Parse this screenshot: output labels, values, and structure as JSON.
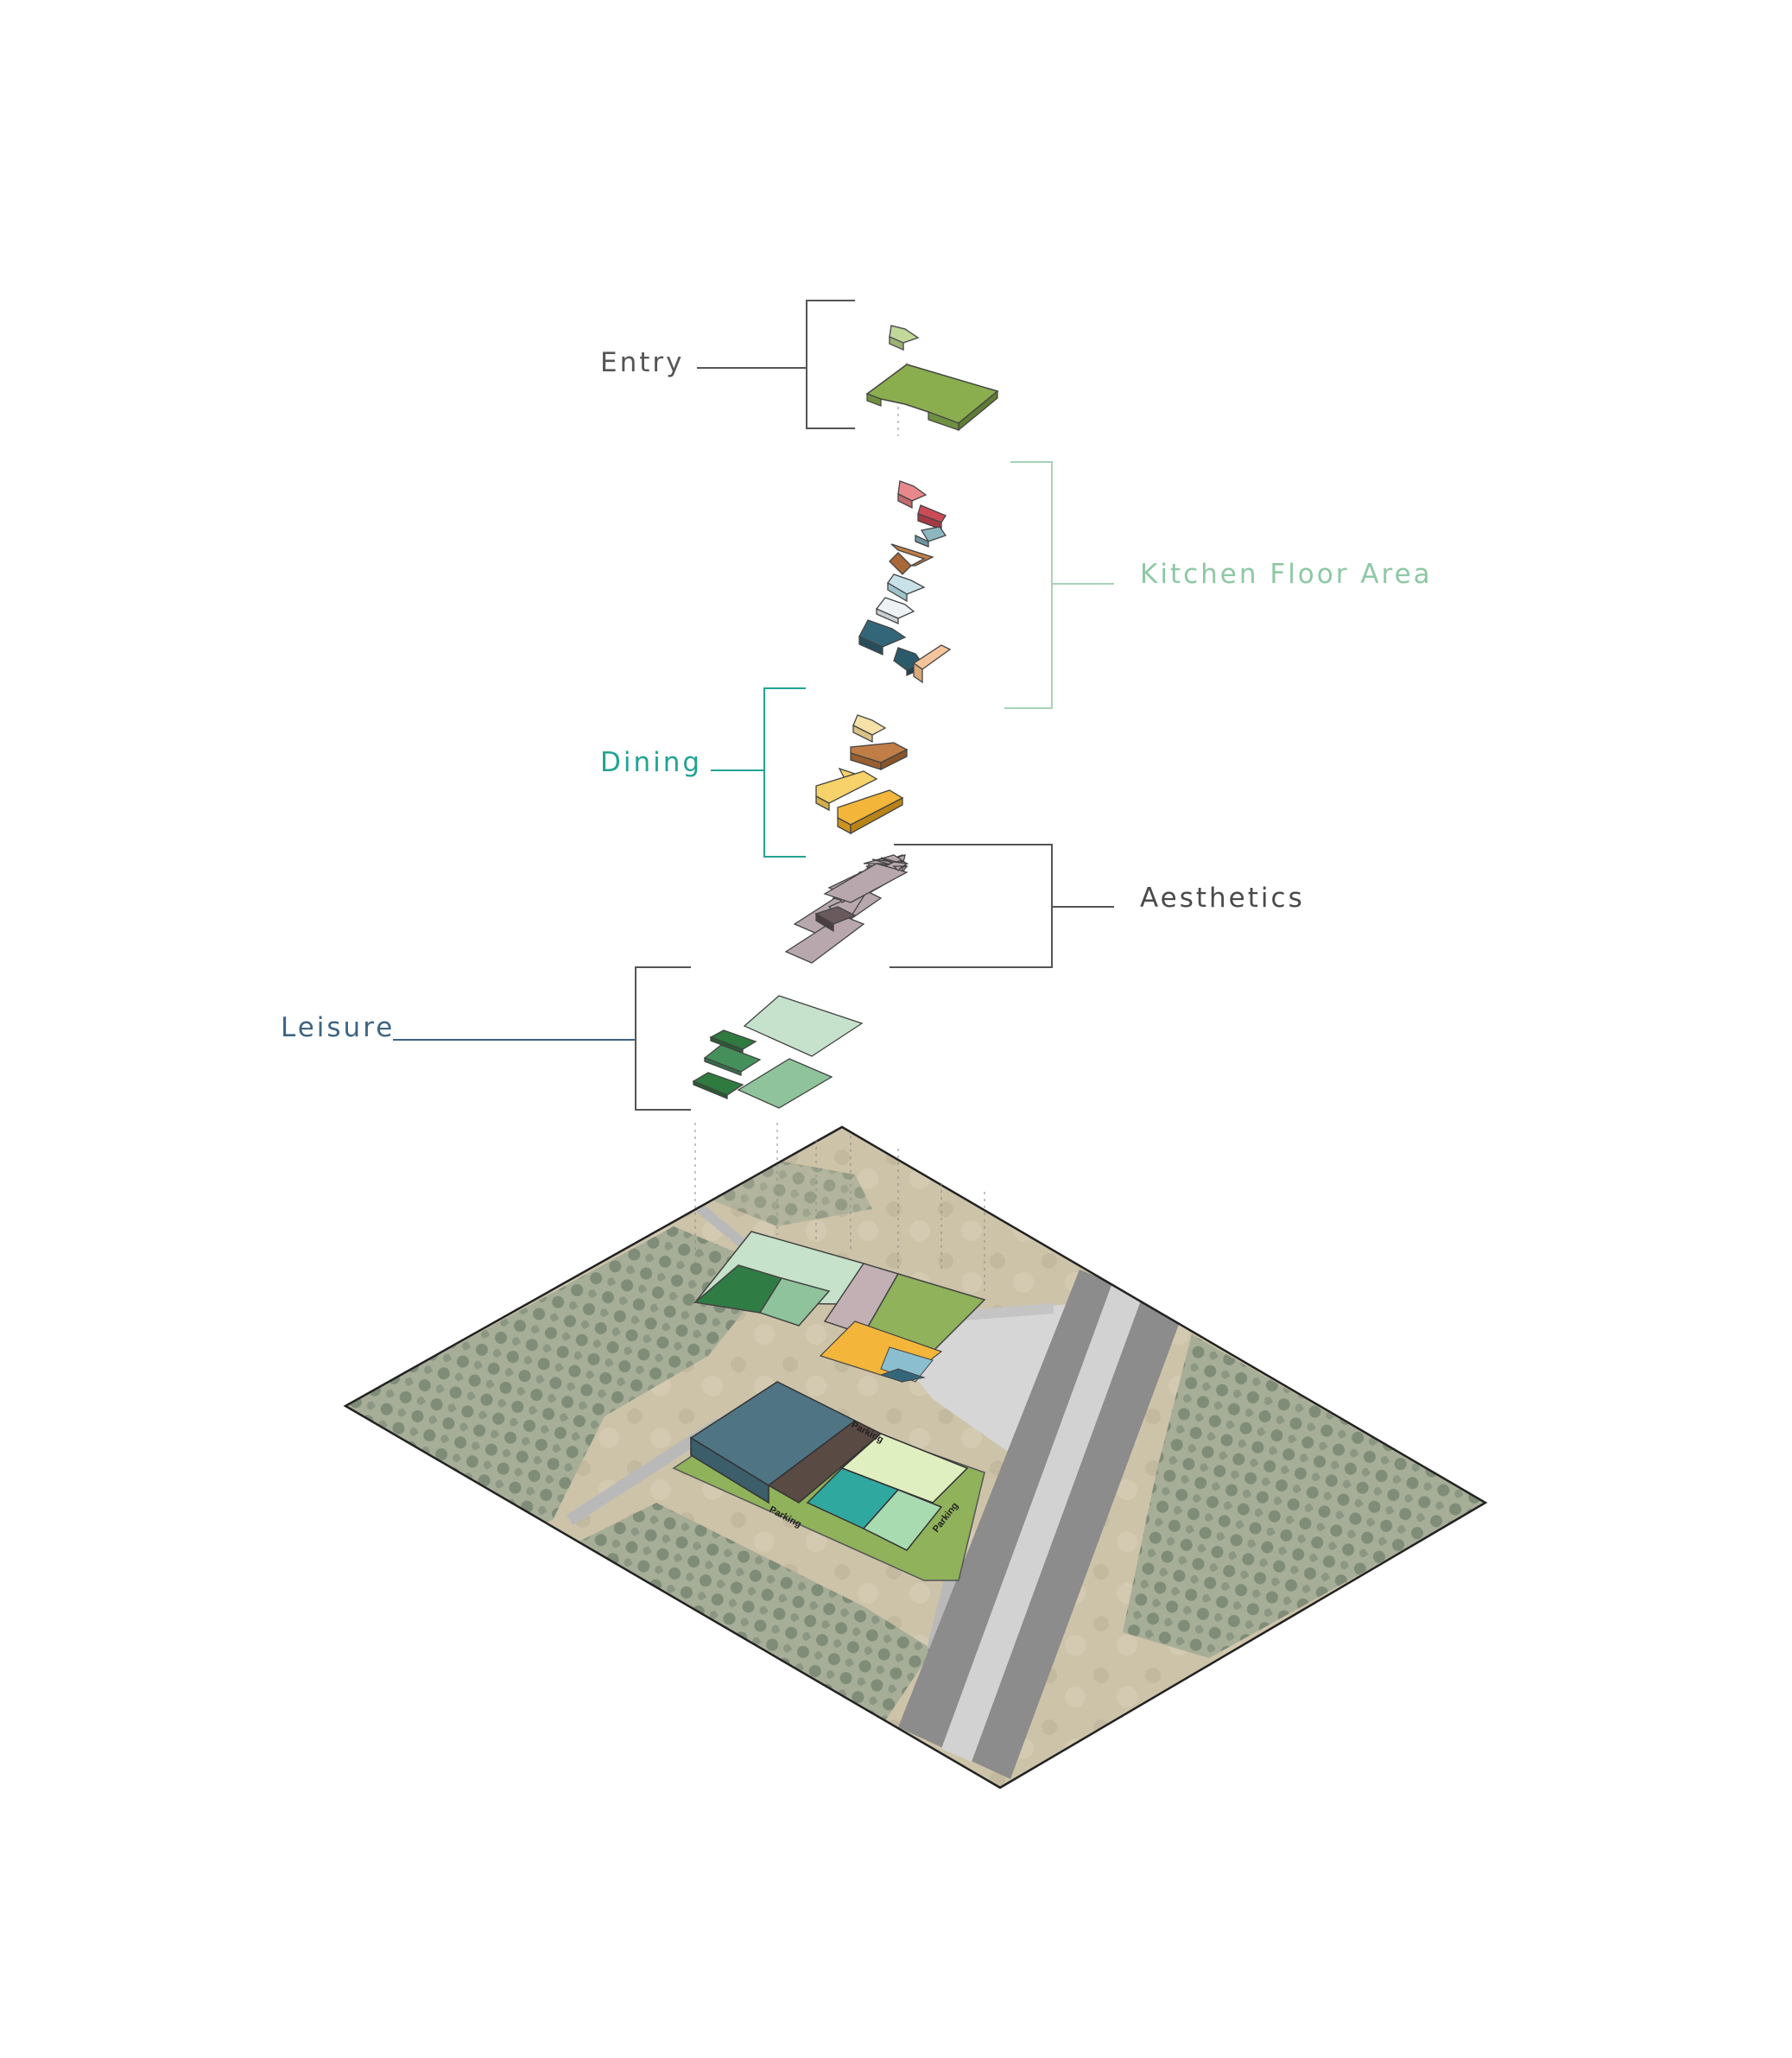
{
  "labels": {
    "entry": "Entry",
    "kitchen": "Kitchen Floor Area",
    "dining": "Dining",
    "aesthetics": "Aesthetics",
    "leisure": "Leisure"
  },
  "site": {
    "parking_labels": [
      "Parking",
      "Parking",
      "Parking"
    ]
  },
  "colors": {
    "entry": "#8aae4e",
    "entry_light": "#c2d89a",
    "kitchen_line": "#a6d4b6",
    "kitchen_text": "#8dc8a4",
    "dining": "#23a394",
    "aesthetics": "#4a4a4a",
    "leisure": "#3e6482",
    "leisure_dark": "#2e7a3f",
    "leisure_light": "#c7e2cc",
    "mauve": "#b8a8ad",
    "teal_dark": "#34667a",
    "orange": "#f3b53a",
    "yellow": "#f7d26a",
    "brown": "#b87a4a",
    "pink": "#e8888c",
    "red": "#cc4a55",
    "ground_dirt": "#cbc0a6",
    "road": "#8a8a8a"
  },
  "icons": [
    "bracket-icon",
    "leader-line-icon"
  ]
}
